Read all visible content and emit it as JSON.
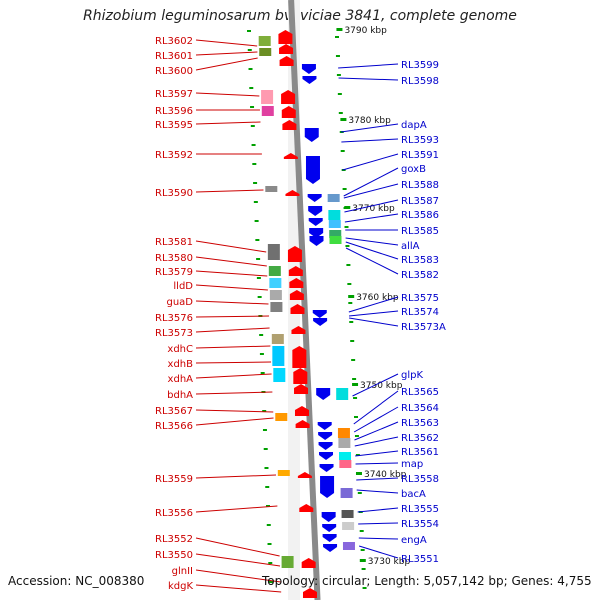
{
  "title": "Rhizobium leguminosarum bv. viciae 3841, complete genome",
  "accession": "Accession: NC_008380",
  "summary": "Topology: circular; Length: 5,057,142 bp; Genes: 4,755",
  "colors": {
    "backbone": "#8a8a8a",
    "forward": "#ff0000",
    "reverse": "#0000ee",
    "tick": "#00a000",
    "left_label": "#cc0000",
    "right_label": "#0000cc"
  },
  "scale_labels": [
    "3790 kbp",
    "3780 kbp",
    "3770 kbp",
    "3760 kbp",
    "3750 kbp",
    "3740 kbp",
    "3730 kbp"
  ],
  "left_labels": [
    "RL3602",
    "RL3601",
    "RL3600",
    "RL3597",
    "RL3596",
    "RL3595",
    "RL3592",
    "RL3590",
    "RL3581",
    "RL3580",
    "RL3579",
    "lldD",
    "guaD",
    "RL3576",
    "RL3573",
    "xdhC",
    "xdhB",
    "xdhA",
    "bdhA",
    "RL3567",
    "RL3566",
    "RL3559",
    "RL3556",
    "RL3552",
    "RL3550",
    "glnII",
    "kdgK"
  ],
  "right_labels": [
    "RL3599",
    "RL3598",
    "dapA",
    "RL3593",
    "RL3591",
    "goxB",
    "RL3588",
    "RL3587",
    "RL3586",
    "RL3585",
    "allA",
    "RL3583",
    "RL3582",
    "RL3575",
    "RL3574",
    "RL3573A",
    "glpK",
    "RL3565",
    "RL3564",
    "RL3563",
    "RL3562",
    "RL3561",
    "map",
    "RL3558",
    "bacA",
    "RL3555",
    "RL3554",
    "engA",
    "RL3551"
  ]
}
